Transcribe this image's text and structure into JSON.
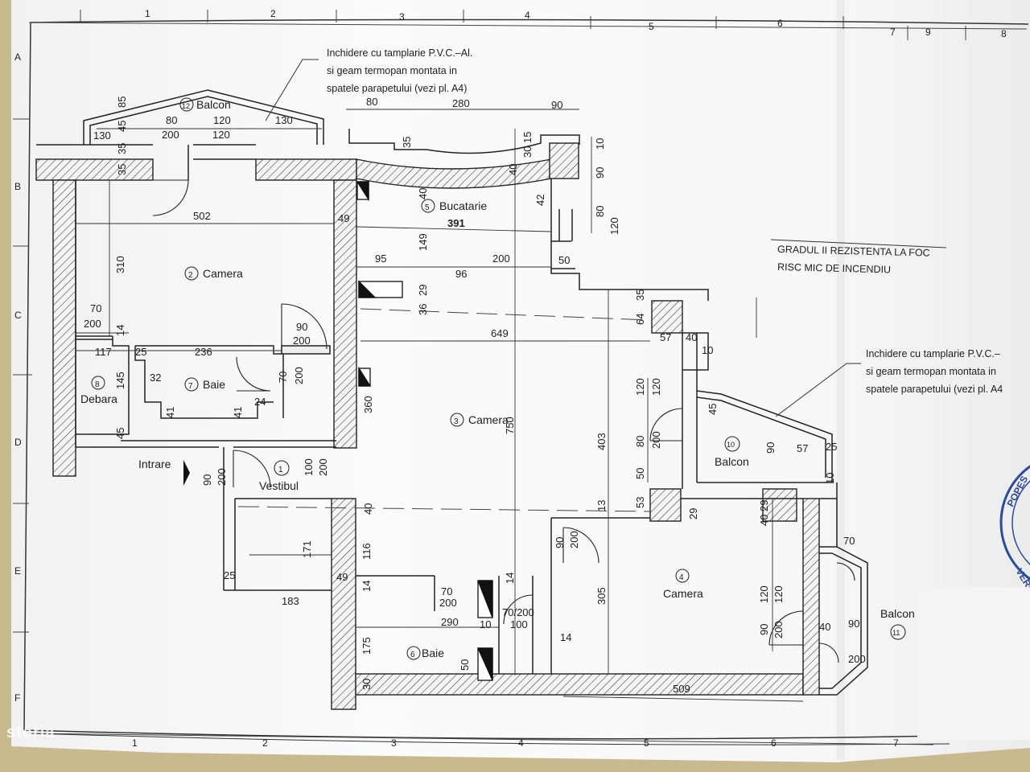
{
  "notes": {
    "closure_top": [
      "Inchidere cu tamplarie P.V.C.–Al.",
      "si geam termopan montata in",
      "spatele parapetului (vezi pl. A4)"
    ],
    "closure_right": [
      "Inchidere cu tamplarie P.V.C.–",
      "si geam termopan montata in",
      "spatele parapetului (vezi pl. A4"
    ],
    "fire": [
      "GRADUL II REZISTENTA LA FOC",
      "RISC MIC DE INCENDIU"
    ]
  },
  "rooms": {
    "r1": {
      "num": "1",
      "name": "Vestibul"
    },
    "r2": {
      "num": "2",
      "name": "Camera"
    },
    "r3": {
      "num": "3",
      "name": "Camera"
    },
    "r4": {
      "num": "4",
      "name": "Camera"
    },
    "r5": {
      "num": "5",
      "name": "Bucatarie"
    },
    "r6": {
      "num": "6",
      "name": "Baie"
    },
    "r7": {
      "num": "7",
      "name": "Baie"
    },
    "r8": {
      "num": "8",
      "name": "Debara"
    },
    "r10": {
      "num": "10",
      "name": "Balcon"
    },
    "r11": {
      "num": "11",
      "name": "Balcon"
    },
    "r12": {
      "num": "12",
      "name": "Balcon"
    },
    "entry": "Intrare"
  },
  "grid": {
    "columns": [
      "1",
      "2",
      "3",
      "4",
      "5",
      "6",
      "7",
      "8",
      "9"
    ],
    "rows": [
      "A",
      "B",
      "C",
      "D",
      "E",
      "F"
    ]
  },
  "dims": {
    "h": [
      "80",
      "280",
      "90",
      "130",
      "80",
      "120",
      "130",
      "200",
      "120",
      "502",
      "49",
      "391",
      "95",
      "96",
      "200",
      "50",
      "649",
      "70",
      "200",
      "117",
      "25",
      "236",
      "90",
      "200",
      "32",
      "24",
      "57",
      "40",
      "10",
      "57",
      "25",
      "90",
      "200",
      "183",
      "25",
      "49",
      "70",
      "200",
      "290",
      "10",
      "70/200",
      "100",
      "14",
      "509",
      "40",
      "90",
      "70"
    ],
    "v": [
      "85",
      "45",
      "35",
      "35",
      "310",
      "14",
      "145",
      "45",
      "41",
      "41",
      "70",
      "200",
      "360",
      "90",
      "200",
      "100",
      "200",
      "171",
      "116",
      "40",
      "14",
      "175",
      "50",
      "30",
      "35",
      "40",
      "149",
      "29",
      "36",
      "750",
      "403",
      "120",
      "120",
      "80",
      "200",
      "50",
      "53",
      "13",
      "305",
      "90",
      "200",
      "14",
      "40",
      "30",
      "15",
      "10",
      "90",
      "80",
      "120",
      "42",
      "35",
      "64",
      "45",
      "90",
      "120",
      "120",
      "90",
      "200",
      "40",
      "29",
      "29",
      "10"
    ]
  },
  "stamp_text": "POPES",
  "stamp_sub": "VERIFI",
  "watermark": "storia"
}
